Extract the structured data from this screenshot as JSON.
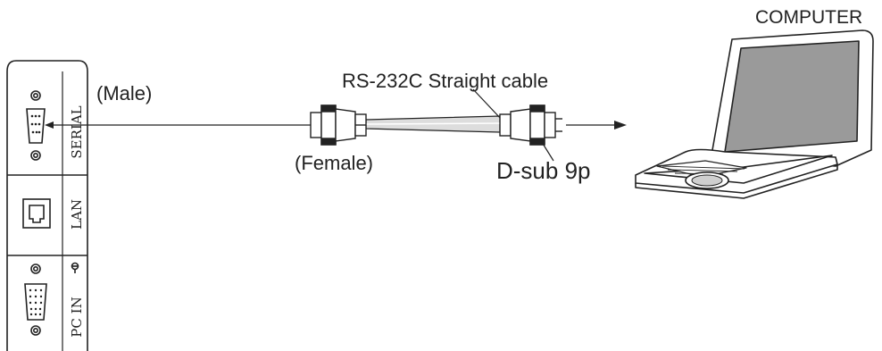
{
  "labels": {
    "computer": "COMPUTER",
    "cable": "RS-232C Straight cable",
    "male": "(Male)",
    "female": "(Female)",
    "connector": "D-sub 9p"
  },
  "panel": {
    "serial": "SERIAL",
    "lan": "LAN",
    "pc_in": "PC IN"
  },
  "colors": {
    "line": "#222222",
    "cable_fill": "#dddddd",
    "screen": "#9a9a9a"
  }
}
